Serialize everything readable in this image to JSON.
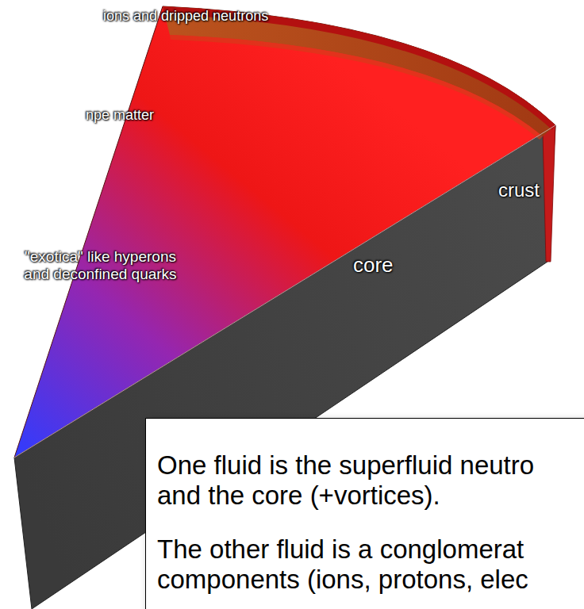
{
  "diagram": {
    "nodes": [
      {
        "text": [
          "One fluid is the superfluid neutro and the core (+vortices).",
          "The other fluid is a conglomerat components (ions, protons, elec"
        ]
      }
    ],
    "labels": [
      "ions and dripped neutrons",
      "npe matter",
      "crust",
      "\"exotica\" like hyperons and deconfined quarks",
      "core"
    ]
  }
}
